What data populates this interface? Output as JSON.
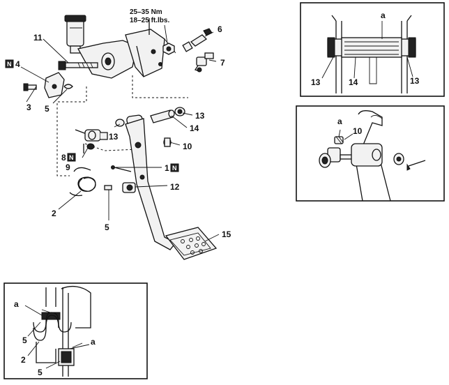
{
  "torque_spec": {
    "metric": "25–35 Nm",
    "imperial": "18–25 ft.lbs."
  },
  "new_part_marker": "N",
  "main_callouts": {
    "c1": "1",
    "c2": "2",
    "c3": "3",
    "c4": "4",
    "c5a": "5",
    "c5b": "5",
    "c6": "6",
    "c7": "7",
    "c8": "8",
    "c9": "9",
    "c10": "10",
    "c11": "11",
    "c12": "12",
    "c13a": "13",
    "c13b": "13",
    "c14": "14",
    "c15": "15"
  },
  "inset_bushing": {
    "a": "a",
    "c13_left": "13",
    "c14": "14",
    "c13_right": "13"
  },
  "inset_clevis": {
    "a": "a",
    "c10": "10"
  },
  "inset_spring": {
    "a_top": "a",
    "a_bottom": "a",
    "c5_top": "5",
    "c2": "2",
    "c5_bottom": "5"
  },
  "icons": [
    "new-part-marker-icon",
    "bolt-icon",
    "nut-icon",
    "spring-icon",
    "pedal-pad-icon"
  ]
}
